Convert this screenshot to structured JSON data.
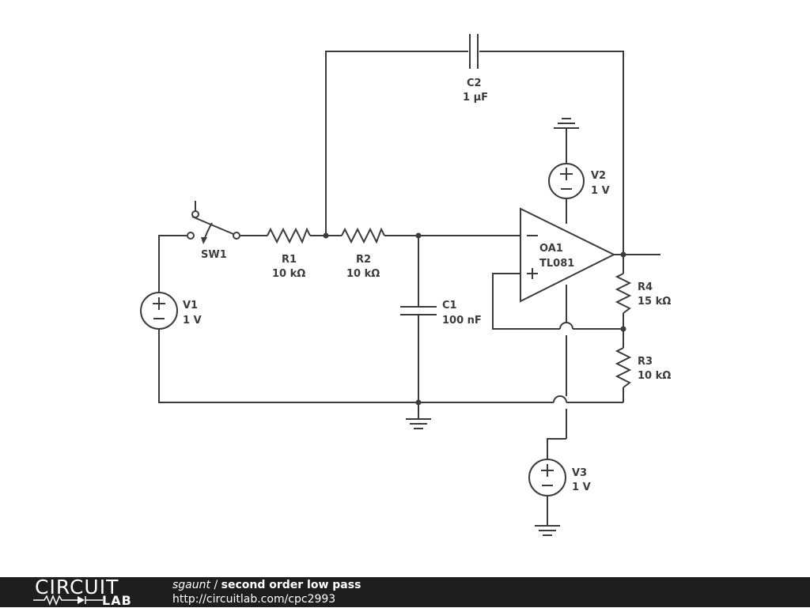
{
  "components": {
    "sw1": {
      "name": "SW1"
    },
    "r1": {
      "name": "R1",
      "value": "10 kΩ"
    },
    "r2": {
      "name": "R2",
      "value": "10 kΩ"
    },
    "c1": {
      "name": "C1",
      "value": "100 nF"
    },
    "c2": {
      "name": "C2",
      "value": "1 µF"
    },
    "v1": {
      "name": "V1",
      "value": "1 V"
    },
    "v2": {
      "name": "V2",
      "value": "1 V"
    },
    "v3": {
      "name": "V3",
      "value": "1 V"
    },
    "oa1": {
      "name": "OA1",
      "model": "TL081"
    },
    "r4": {
      "name": "R4",
      "value": "15 kΩ"
    },
    "r3": {
      "name": "R3",
      "value": "10 kΩ"
    }
  },
  "footer": {
    "logo_top": "CIRCUIT",
    "logo_bottom": "LAB",
    "author": "sgaunt",
    "separator": " / ",
    "title": "second order low pass",
    "url": "http://circuitlab.com/cpc2993"
  }
}
